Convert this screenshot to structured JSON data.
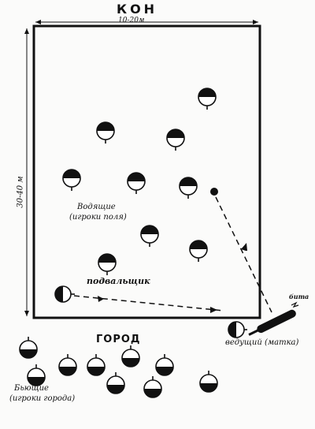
{
  "labels": {
    "kon": "КОН",
    "width": "10-20м",
    "length": "30-40 м",
    "fielders_line1": "Водящие",
    "fielders_line2": "(игроки поля)",
    "basement": "подвальщик",
    "gorod": "ГОРОД",
    "leader": "ведущий (матка)",
    "bat": "бита",
    "batters_line1": "Бьющие",
    "batters_line2": "(игроки города)"
  },
  "colors": {
    "ink": "#111111",
    "paper": "#fbfbfa"
  },
  "icons": {
    "player": "half-filled-circle-player-icon",
    "ball": "ball-icon",
    "bat": "bat-icon"
  }
}
